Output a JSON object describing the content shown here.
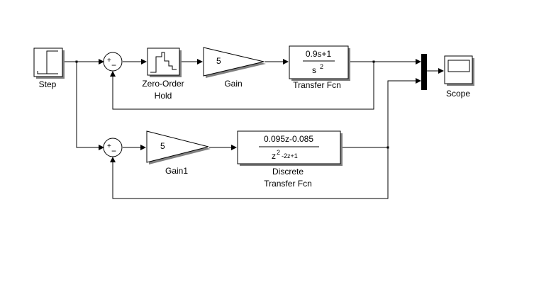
{
  "blocks": {
    "step": {
      "label": "Step"
    },
    "sum1": {
      "signs": "+-"
    },
    "zoh": {
      "label_line1": "Zero-Order",
      "label_line2": "Hold"
    },
    "gain": {
      "value": "5",
      "label": "Gain"
    },
    "tf": {
      "numerator": "0.9s+1",
      "den_base": "s",
      "den_exp": "2",
      "label": "Transfer Fcn"
    },
    "mux": {},
    "scope": {
      "label": "Scope"
    },
    "sum2": {
      "signs": "+-"
    },
    "gain1": {
      "value": "5",
      "label": "Gain1"
    },
    "dtf": {
      "numerator": "0.095z-0.085",
      "den_base": "z",
      "den_exp": "2",
      "den_rest": "-2z+1",
      "label_line1": "Discrete",
      "label_line2": "Transfer Fcn"
    }
  },
  "icons": {
    "step": "step-waveform-icon",
    "zoh": "staircase-waveform-icon",
    "scope": "scope-screen-icon"
  }
}
